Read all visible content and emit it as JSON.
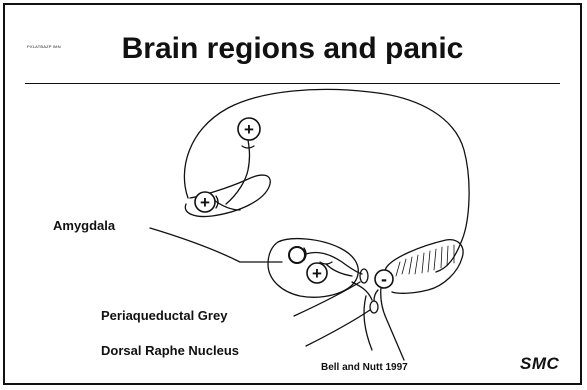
{
  "slide": {
    "corner_tag": "PXLATBAZP IMN",
    "title": "Brain regions and panic",
    "labels": {
      "amygdala": "Amygdala",
      "periaqueductal_grey": "Periaqueductal Grey",
      "dorsal_raphe_nucleus": "Dorsal Raphe Nucleus"
    },
    "citation": "Bell and Nutt 1997",
    "logo": "SMC",
    "signs": {
      "plus": "+",
      "minus": "-"
    }
  }
}
